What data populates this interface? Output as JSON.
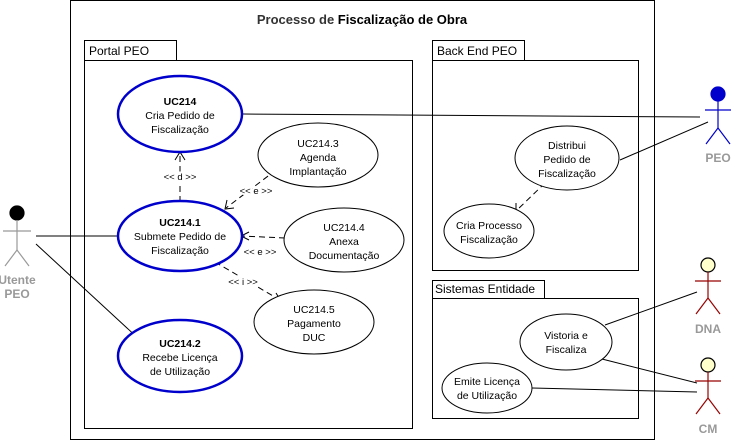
{
  "diagram": {
    "title_prefix": "Processo de ",
    "title_bold": "Fiscalização de Obra",
    "packages": {
      "portal": "Portal PEO",
      "backend": "Back End PEO",
      "sistemas": "Sistemas Entidade"
    },
    "use_cases": {
      "uc214": {
        "id": "UC214",
        "lines": [
          "Cria Pedido de",
          "Fiscalização"
        ]
      },
      "uc214_1": {
        "id": "UC214.1",
        "lines": [
          "Submete Pedido de",
          "Fiscalização"
        ]
      },
      "uc214_2": {
        "id": "UC214.2",
        "lines": [
          "Recebe Licença",
          "de Utilização"
        ]
      },
      "uc214_3": {
        "id": "UC214.3",
        "lines": [
          "Agenda",
          "Implantação"
        ]
      },
      "uc214_4": {
        "id": "UC214.4",
        "lines": [
          "Anexa",
          "Documentação"
        ]
      },
      "uc214_5": {
        "id": "UC214.5",
        "lines": [
          "Pagamento",
          "DUC"
        ]
      },
      "distribui": {
        "lines": [
          "Distribui",
          "Pedido de",
          "Fiscalização"
        ]
      },
      "cria_processo": {
        "lines": [
          "Cria Processo",
          "Fiscalização"
        ]
      },
      "vistoria": {
        "lines": [
          "Vistoria e",
          "Fiscaliza"
        ]
      },
      "emite": {
        "lines": [
          "Emite Licença",
          "de Utilização"
        ]
      }
    },
    "relations": {
      "d": "<< d >>",
      "e1": "<< e >>",
      "e2": "<< e >>",
      "i": "<< i >>"
    },
    "actors": {
      "utente": {
        "lines": [
          "Utente",
          "PEO"
        ],
        "head_color": "#000000"
      },
      "peo": {
        "lines": [
          "PEO"
        ],
        "head_color": "#0000CC"
      },
      "dna": {
        "lines": [
          "DNA"
        ],
        "head_color": "#FFFFCC"
      },
      "cm": {
        "lines": [
          "CM"
        ],
        "head_color": "#FFFFCC"
      }
    },
    "colors": {
      "highlight_border": "#0000CC",
      "actor_label": "#999999",
      "actor_body_red": "#990000"
    }
  }
}
